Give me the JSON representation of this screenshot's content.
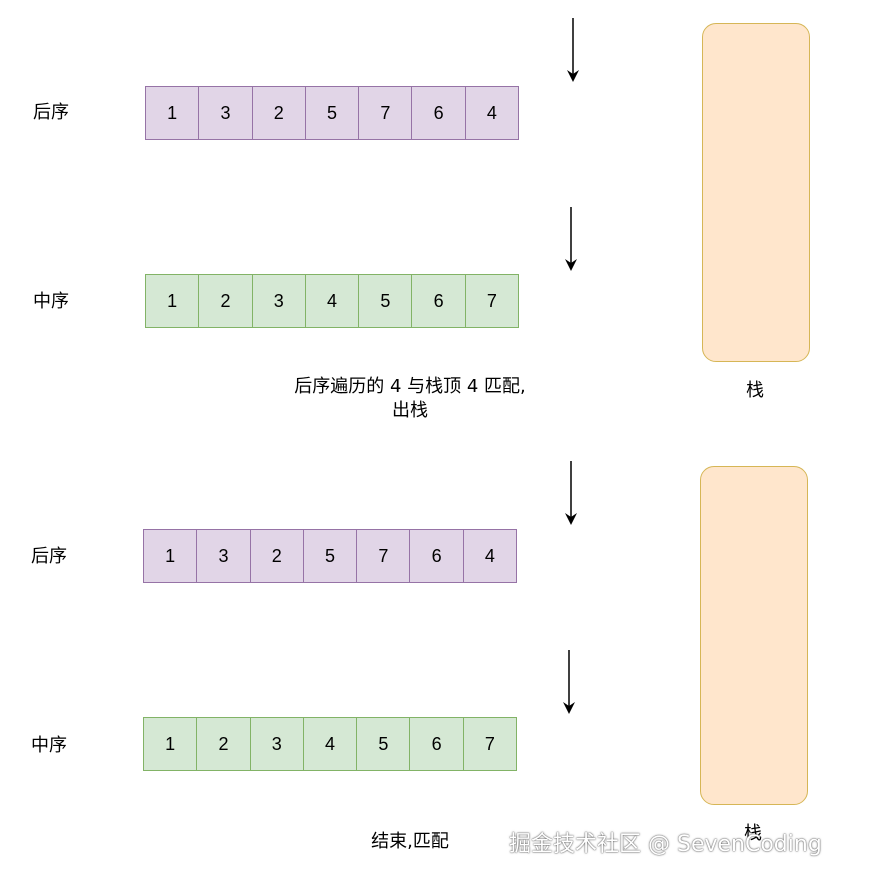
{
  "panels": [
    {
      "postorder": {
        "label": "后序",
        "values": [
          "1",
          "3",
          "2",
          "5",
          "7",
          "6",
          "4"
        ]
      },
      "inorder": {
        "label": "中序",
        "values": [
          "1",
          "2",
          "3",
          "4",
          "5",
          "6",
          "7"
        ]
      },
      "stack_label": "栈",
      "caption_line1": "后序遍历的 4 与栈顶 4 匹配,",
      "caption_line2": "出栈"
    },
    {
      "postorder": {
        "label": "后序",
        "values": [
          "1",
          "3",
          "2",
          "5",
          "7",
          "6",
          "4"
        ]
      },
      "inorder": {
        "label": "中序",
        "values": [
          "1",
          "2",
          "3",
          "4",
          "5",
          "6",
          "7"
        ]
      },
      "stack_label": "栈",
      "caption_line1": "结束,匹配"
    }
  ],
  "watermark": "掘金技术社区 @ SevenCoding",
  "colors": {
    "postorder_fill": "#e1d5e7",
    "postorder_stroke": "#9673a6",
    "inorder_fill": "#d5e8d4",
    "inorder_stroke": "#82b366",
    "stack_fill": "#ffe6cc",
    "stack_stroke": "#d6b656"
  }
}
